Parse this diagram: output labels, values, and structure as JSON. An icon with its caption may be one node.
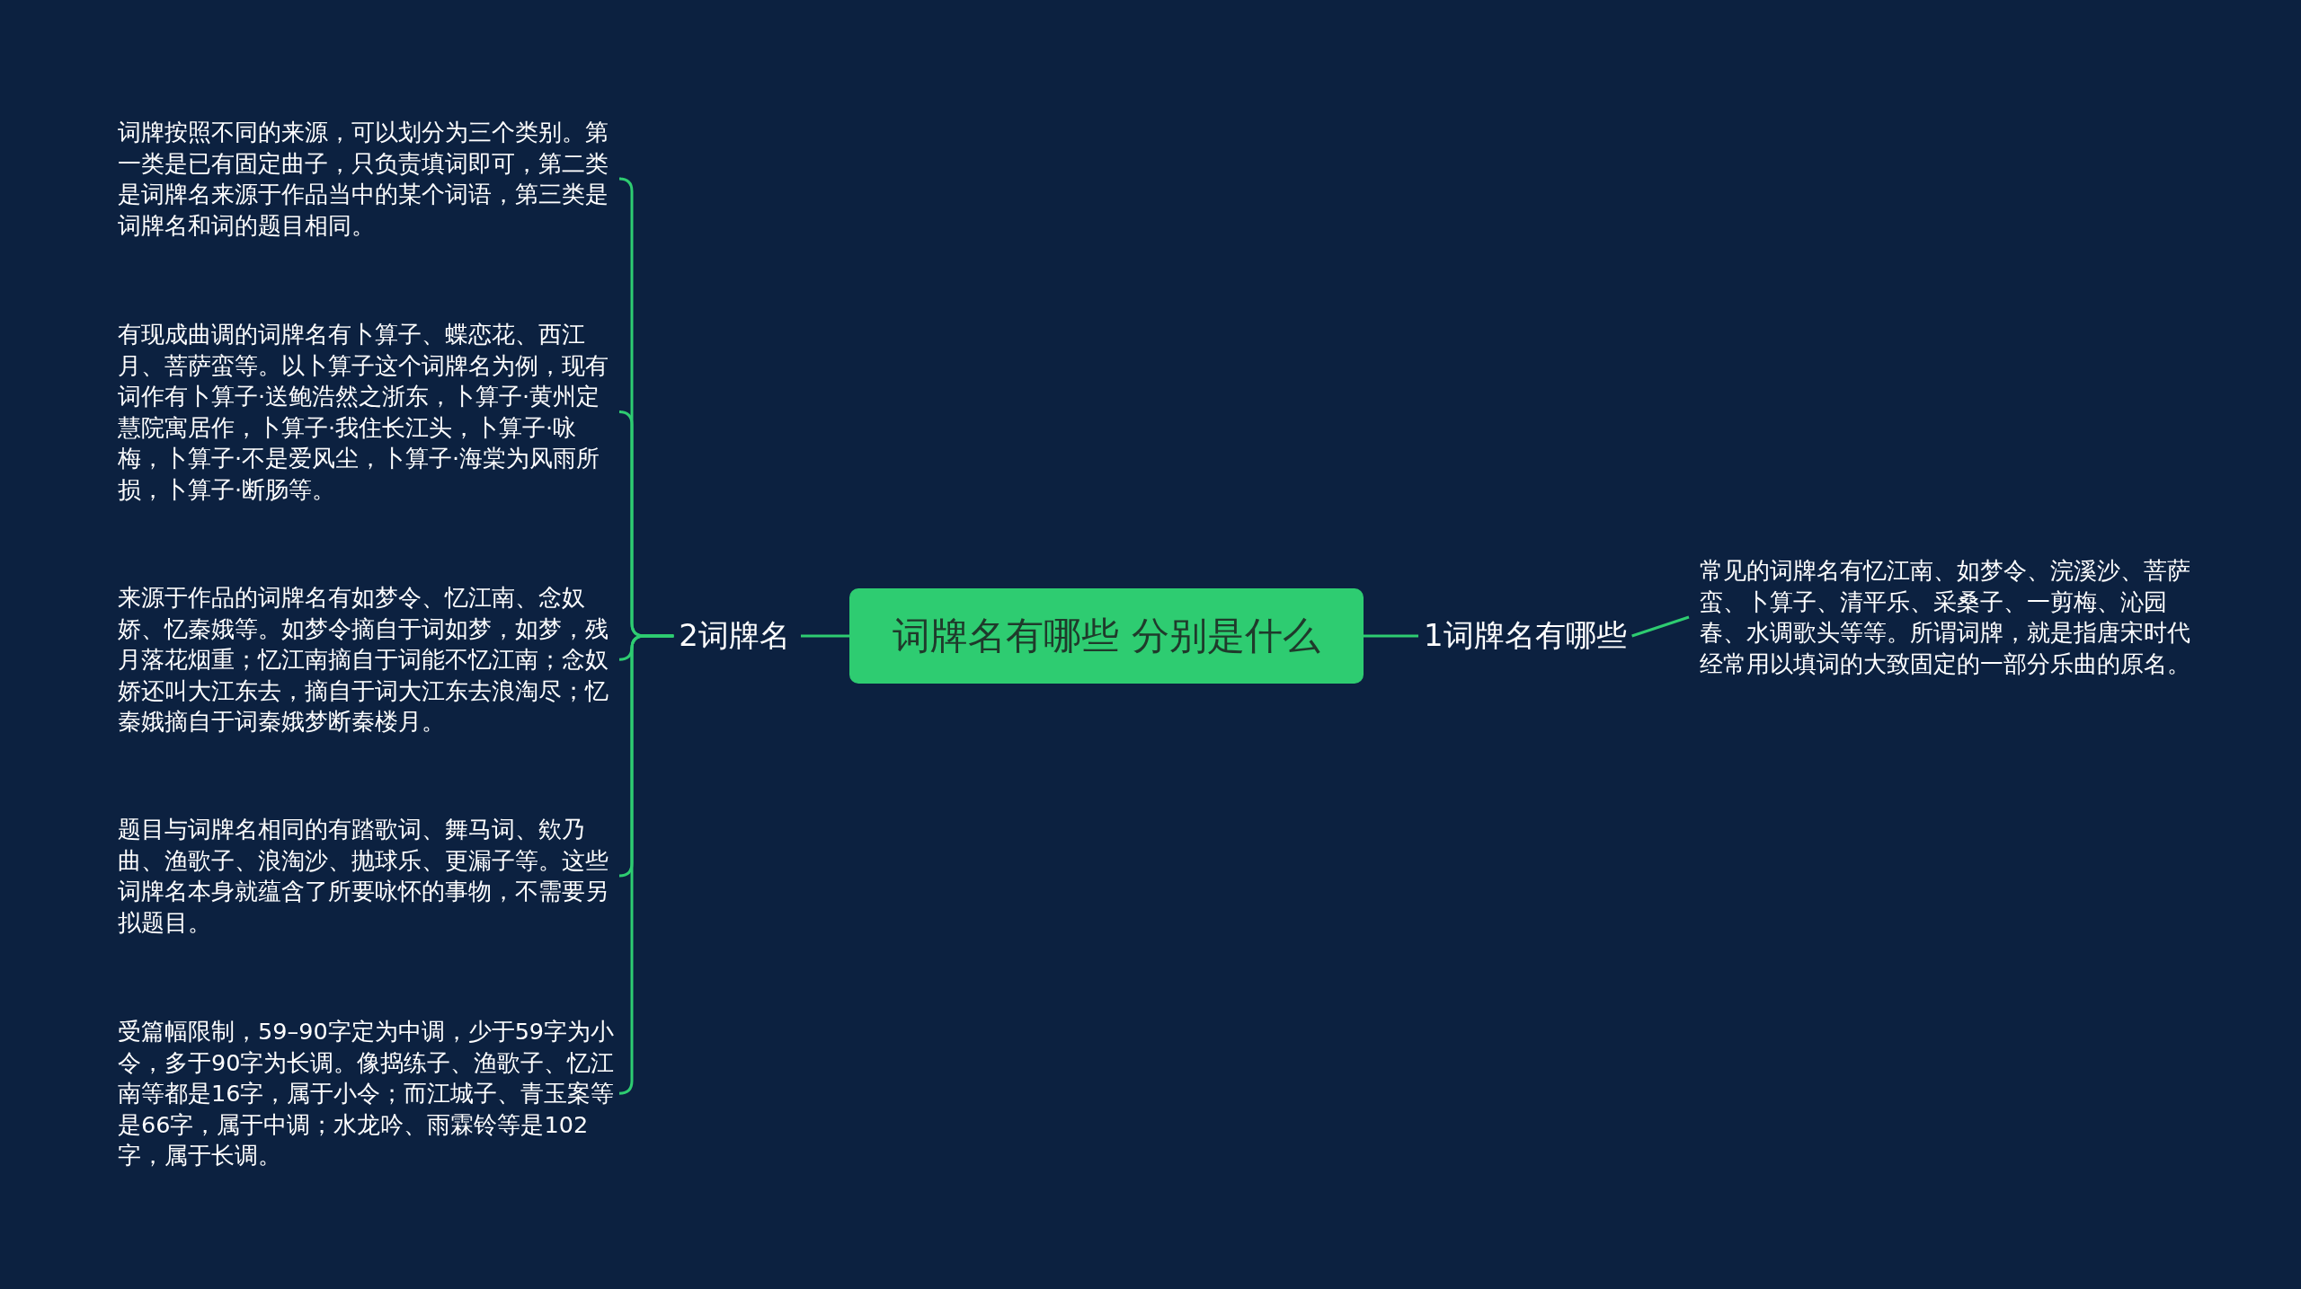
{
  "diagram": {
    "nodes": [
      {
        "text": [
          "词牌名有哪些 分别是什么"
        ]
      },
      {
        "text": [
          "1词牌名有哪些"
        ]
      },
      {
        "text": [
          "常见的词牌名有忆江南、如梦令、浣溪沙、菩萨蛮、卜算子、清平乐、采桑子、一剪梅、沁园春、水调歌头等等。所谓词牌，就是指唐宋时代经常用以填词的大致固定的一部分乐曲的原名。"
        ]
      },
      {
        "text": [
          "2词牌名"
        ]
      },
      {
        "text": [
          "词牌按照不同的来源，可以划分为三个类别。第一类是已有固定曲子，只负责填词即可，第二类是词牌名来源于作品当中的某个词语，第三类是词牌名和词的题目相同。"
        ]
      },
      {
        "text": [
          "有现成曲调的词牌名有卜算子、蝶恋花、西江月、菩萨蛮等。以卜算子这个词牌名为例，现有词作有卜算子·送鲍浩然之浙东，卜算子·黄州定慧院寓居作，卜算子·我住长江头，卜算子·咏梅，卜算子·不是爱风尘，卜算子·海棠为风雨所损，卜算子·断肠等。"
        ]
      },
      {
        "text": [
          "来源于作品的词牌名有如梦令、忆江南、念奴娇、忆秦娥等。如梦令摘自于词如梦，如梦，残月落花烟重；忆江南摘自于词能不忆江南；念奴娇还叫大江东去，摘自于词大江东去浪淘尽；忆秦娥摘自于词秦娥梦断秦楼月。"
        ]
      },
      {
        "text": [
          "题目与词牌名相同的有踏歌词、舞马词、欸乃曲、渔歌子、浪淘沙、抛球乐、更漏子等。这些词牌名本身就蕴含了所要咏怀的事物，不需要另拟题目。"
        ]
      },
      {
        "text": [
          "受篇幅限制，59–90字定为中调，少于59字为小令，多于90字为长调。像捣练子、渔歌子、忆江南等都是16字，属于小令；而江城子、青玉案等是66字，属于中调；水龙吟、雨霖铃等是102字，属于长调。"
        ]
      }
    ],
    "edges": [
      {
        "from": 0,
        "to": 1,
        "arrow": "none"
      },
      {
        "from": 1,
        "to": 2,
        "arrow": "none"
      },
      {
        "from": 0,
        "to": 3,
        "arrow": "none"
      },
      {
        "from": 3,
        "to": 4,
        "arrow": "none"
      },
      {
        "from": 3,
        "to": 5,
        "arrow": "none"
      },
      {
        "from": 3,
        "to": 6,
        "arrow": "none"
      },
      {
        "from": 3,
        "to": 7,
        "arrow": "none"
      },
      {
        "from": 3,
        "to": 8,
        "arrow": "none"
      }
    ]
  }
}
